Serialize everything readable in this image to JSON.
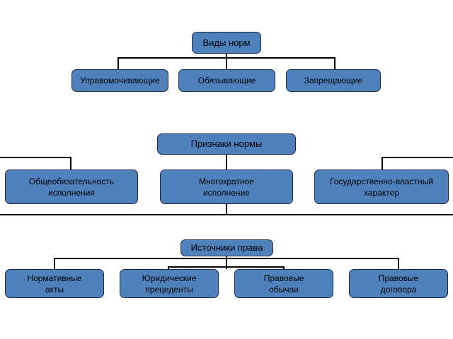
{
  "section1": {
    "head": "Виды норм",
    "items": [
      "Управомочивающие",
      "Обязывающие",
      "Запрещающие"
    ]
  },
  "section2": {
    "head": "Признаки нормы",
    "items": [
      "Общеобязательность\nисполнения",
      "Многократное\nисполнение",
      "Государственно-властный\nхарактер"
    ]
  },
  "section3": {
    "head": "Источники права",
    "items": [
      "Нормативные\nакты",
      "Юридические\nпрецеденты",
      "Правовые\nобычаи",
      "Правовые\nдоговора"
    ]
  },
  "colors": {
    "box_fill": "#4f81bd",
    "box_border": "#1f2a44",
    "connector": "#000000"
  }
}
